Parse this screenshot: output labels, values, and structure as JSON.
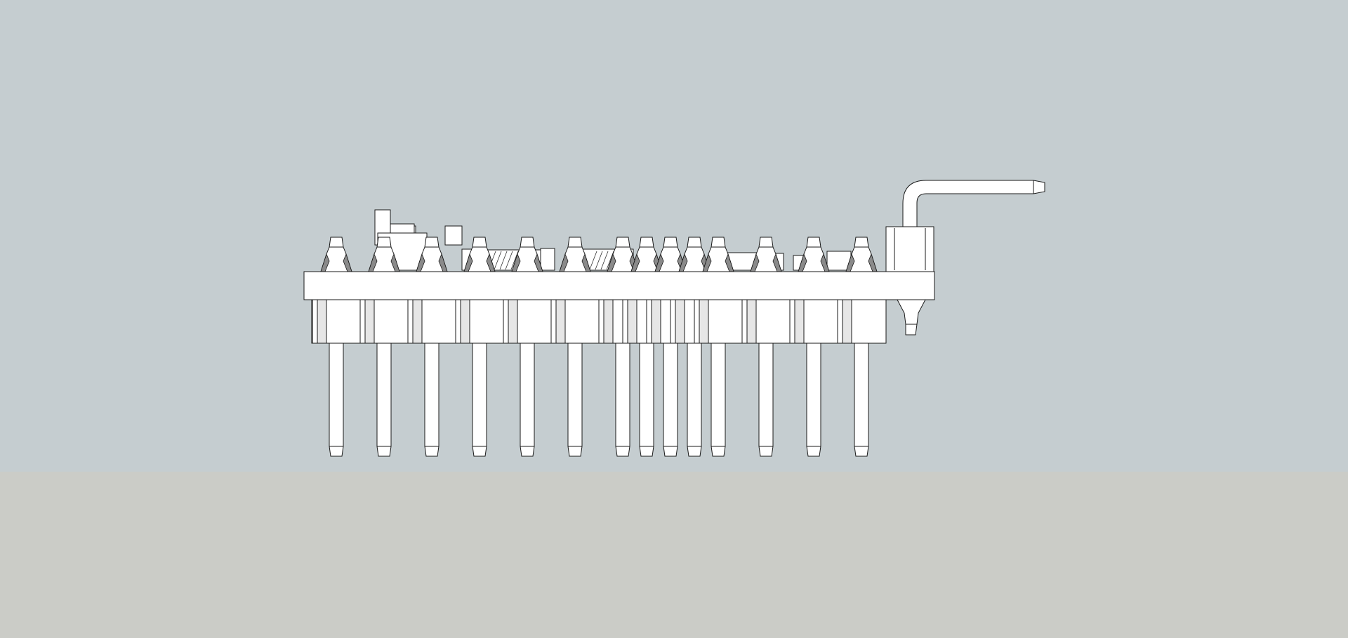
{
  "scene": {
    "sky_color": "#c5cdd0",
    "ground_color": "#cbccc7",
    "model_fill": "#ffffff",
    "model_edge": "#1a1a1a"
  },
  "model": {
    "pin_count": 14,
    "pin_columns": [
      0,
      1,
      2,
      3,
      4,
      5,
      6,
      6.5,
      7,
      7.5,
      8,
      9,
      10,
      11
    ]
  }
}
